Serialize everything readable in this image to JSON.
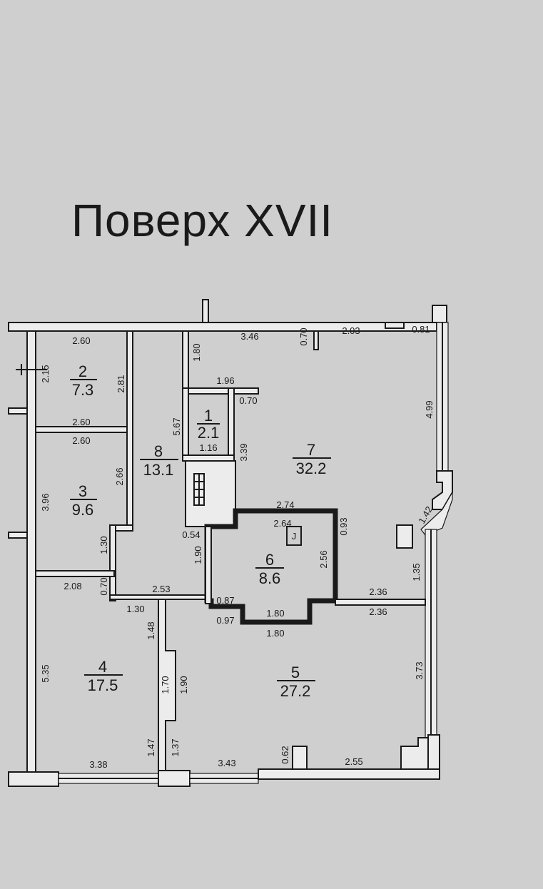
{
  "title": "Поверх XVII",
  "rooms": [
    {
      "id": "room-1",
      "number": "1",
      "area": "2.1"
    },
    {
      "id": "room-2",
      "number": "2",
      "area": "7.3"
    },
    {
      "id": "room-3",
      "number": "3",
      "area": "9.6"
    },
    {
      "id": "room-4",
      "number": "4",
      "area": "17.5"
    },
    {
      "id": "room-5",
      "number": "5",
      "area": "27.2"
    },
    {
      "id": "room-6",
      "number": "6",
      "area": "8.6"
    },
    {
      "id": "room-7",
      "number": "7",
      "area": "32.2"
    },
    {
      "id": "room-8",
      "number": "8",
      "area": "13.1"
    }
  ],
  "dimensions": [
    "2.60",
    "2.15",
    "2.81",
    "2.60",
    "2.60",
    "3.96",
    "2.66",
    "1.30",
    "2.08",
    "0.70",
    "2.53",
    "1.30",
    "1.48",
    "5.35",
    "1.70",
    "1.90",
    "1.47",
    "1.37",
    "3.38",
    "3.43",
    "0.62",
    "2.55",
    "3.73",
    "2.36",
    "2.36",
    "1.35",
    "1.42",
    "4.99",
    "0.81",
    "2.03",
    "0.70",
    "3.46",
    "1.80",
    "1.96",
    "0.70",
    "5.67",
    "1.16",
    "3.39",
    "2.74",
    "2.64",
    "0.93",
    "2.56",
    "0.54",
    "1.90",
    "0.87",
    "0.97",
    "1.80",
    "1.80"
  ]
}
